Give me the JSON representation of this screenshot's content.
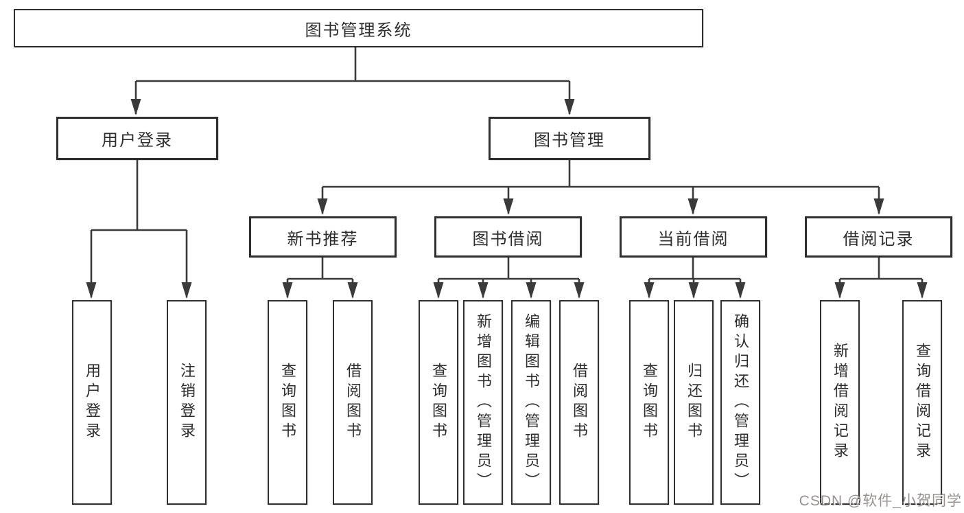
{
  "tree": {
    "root": {
      "label": "图书管理系统"
    },
    "branches": [
      {
        "label": "用户登录",
        "children": [
          {
            "label": "用户登录"
          },
          {
            "label": "注销登录"
          }
        ]
      },
      {
        "label": "图书管理",
        "groups": [
          {
            "label": "新书推荐",
            "children": [
              {
                "label": "查询图书"
              },
              {
                "label": "借阅图书"
              }
            ]
          },
          {
            "label": "图书借阅",
            "children": [
              {
                "label": "查询图书"
              },
              {
                "label": "新增图书（管理员）"
              },
              {
                "label": "编辑图书（管理员）"
              },
              {
                "label": "借阅图书"
              }
            ]
          },
          {
            "label": "当前借阅",
            "children": [
              {
                "label": "查询图书"
              },
              {
                "label": "归还图书"
              },
              {
                "label": "确认归还（管理员）"
              }
            ]
          },
          {
            "label": "借阅记录",
            "children": [
              {
                "label": "新增借阅记录"
              },
              {
                "label": "查询借阅记录"
              }
            ]
          }
        ]
      }
    ]
  },
  "watermark": {
    "text": "CSDN @软件_小贺同学"
  },
  "colors": {
    "line": "#3a3a3a",
    "box_border": "#2f2f2f",
    "text": "#2d2d2d",
    "watermark": "#8f8585"
  }
}
